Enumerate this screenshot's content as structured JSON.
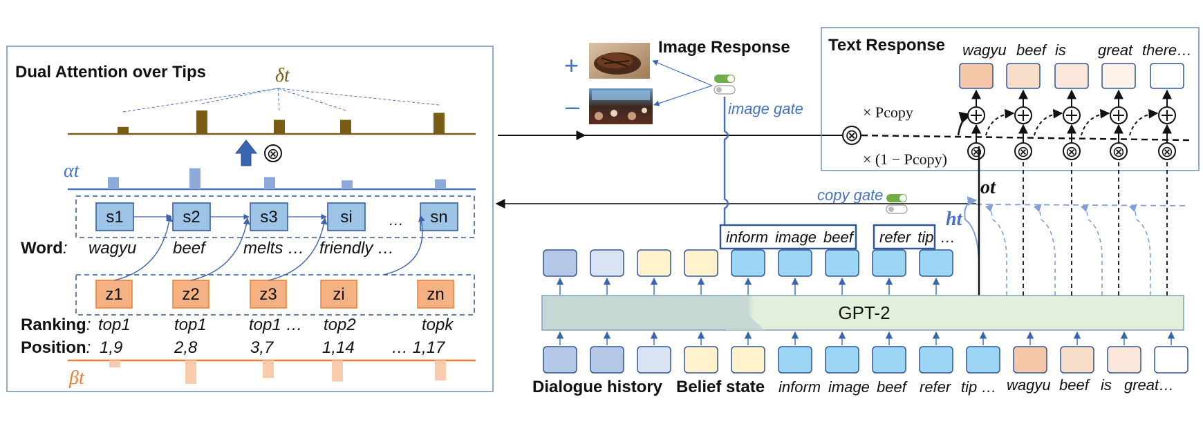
{
  "colors": {
    "delta": "#7a5c14",
    "alpha": "#4472c4",
    "beta": "#ed7d31",
    "blue_box": "#9dc3e6",
    "orange_box": "#f4b183",
    "gpt_green": "#e2efda",
    "gpt_gray": "#c9d9d5",
    "dash_blue": "#2f5597"
  },
  "left": {
    "title": "Dual Attention over Tips",
    "delta_label": "δt",
    "alpha_label": "αt",
    "beta_label": "βt",
    "otimes": "⊗",
    "s_nodes": [
      "s1",
      "s2",
      "s3",
      "si",
      "…",
      "sn"
    ],
    "z_nodes": [
      "z1",
      "z2",
      "z3",
      "zi",
      "zn"
    ],
    "word_label": "Word",
    "words": [
      "wagyu",
      "beef",
      "melts …",
      "friendly …"
    ],
    "ranking_label": "Ranking",
    "rankings": [
      "top1",
      "top1",
      "top1 …",
      "top2",
      "topk"
    ],
    "position_label": "Position",
    "positions": [
      "1,9",
      "2,8",
      "3,7",
      "1,14",
      "…  1,17"
    ],
    "delta_bars": [
      0.3,
      1.0,
      0.6,
      0.6,
      0.9
    ],
    "alpha_bars": [
      0.55,
      0.95,
      0.55,
      0.4,
      0.45
    ],
    "beta_bars": [
      0.3,
      1.0,
      0.75,
      0.9,
      0.85
    ]
  },
  "image_response": {
    "title": "Image Response",
    "plus": "+",
    "minus": "–",
    "gate_label": "image gate"
  },
  "text_response": {
    "title": "Text Response",
    "tokens": [
      "wagyu",
      "beef",
      "is",
      "great",
      "there…"
    ],
    "p_copy": "× Pcopy",
    "one_minus": "× (1 − Pcopy)",
    "o_label": "ot",
    "h_label": "ht"
  },
  "copy_gate": {
    "label": "copy gate"
  },
  "gpt": {
    "label": "GPT-2",
    "selected_box_1": [
      "inform",
      "image",
      "beef"
    ],
    "selected_box_2": [
      "refer",
      "tip"
    ],
    "ellipsis": "…",
    "inputs": [
      "Dialogue history",
      "Belief state",
      "inform",
      "image",
      "beef",
      "refer",
      "tip …",
      "wagyu",
      "beef",
      "is",
      "great…"
    ]
  }
}
